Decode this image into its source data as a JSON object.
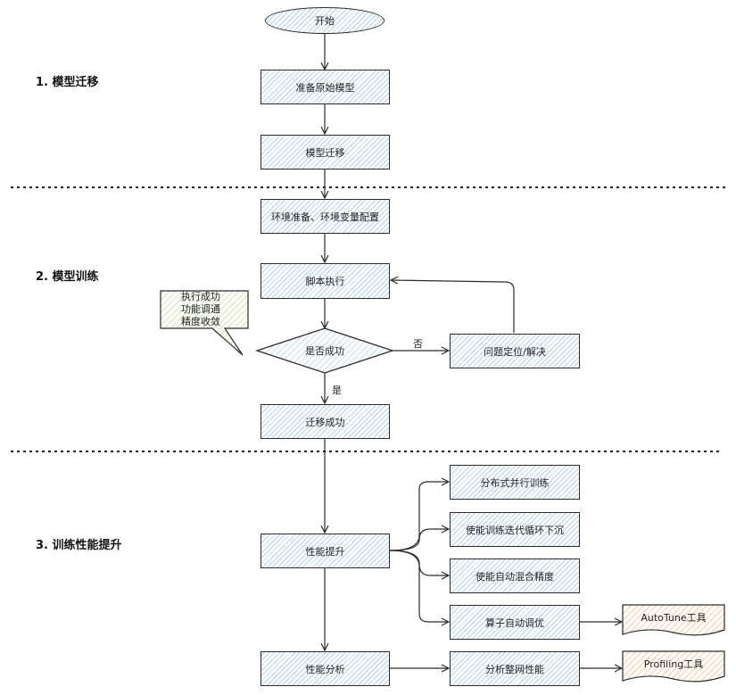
{
  "sections": [
    {
      "id": "s1",
      "label": "1. 模型迁移"
    },
    {
      "id": "s2",
      "label": "2. 模型训练"
    },
    {
      "id": "s3",
      "label": "3. 训练性能提升"
    }
  ],
  "nodes": {
    "start": "开始",
    "prepare_model": "准备原始模型",
    "model_migration": "模型迁移",
    "env_prep": "环境准备、环境变量配置",
    "script_exec": "脚本执行",
    "success_check": "是否成功",
    "locate_fix": "问题定位/解决",
    "migration_success": "迁移成功",
    "perf_improve": "性能提升",
    "distributed_training": "分布式并行训练",
    "training_loop_sink": "使能训练迭代循环下沉",
    "auto_mixed_precision": "使能自动混合精度",
    "operator_autotune": "算子自动调优",
    "perf_analysis": "性能分析",
    "network_perf_analysis": "分析整网性能"
  },
  "edge_labels": {
    "no": "否",
    "yes": "是"
  },
  "callout": {
    "lines": [
      "执行成功",
      "功能调通",
      "精度收敛"
    ]
  },
  "tools": {
    "autotune": "AutoTune工具",
    "profiling": "Profiling工具"
  },
  "colors": {
    "node_hatch": "#78aadc",
    "callout_hatch": "#b9d98a",
    "tool_hatch": "#f3b27a",
    "stroke": "#2b2b2b"
  }
}
